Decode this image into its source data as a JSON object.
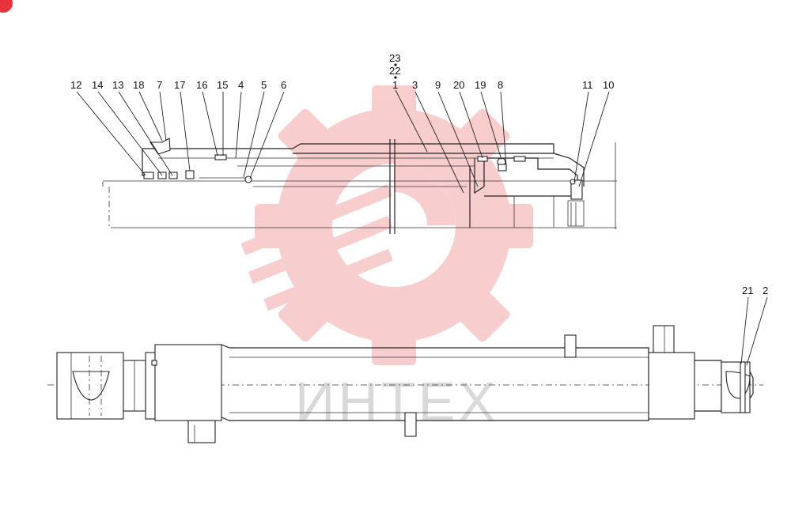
{
  "diagram": {
    "watermark_text": "ИНТЕХ",
    "brand_color": "#f3a6a6",
    "badge_color": "#e8323c",
    "callouts": {
      "c12": "12",
      "c14": "14",
      "c13": "13",
      "c18": "18",
      "c7": "7",
      "c17": "17",
      "c16": "16",
      "c15": "15",
      "c4": "4",
      "c5": "5",
      "c6": "6",
      "c23": "23",
      "c22": "22",
      "c1": "1",
      "c3": "3",
      "c9": "9",
      "c20": "20",
      "c19": "19",
      "c8": "8",
      "c11": "11",
      "c10": "10",
      "c21": "21",
      "c2": "2"
    }
  }
}
